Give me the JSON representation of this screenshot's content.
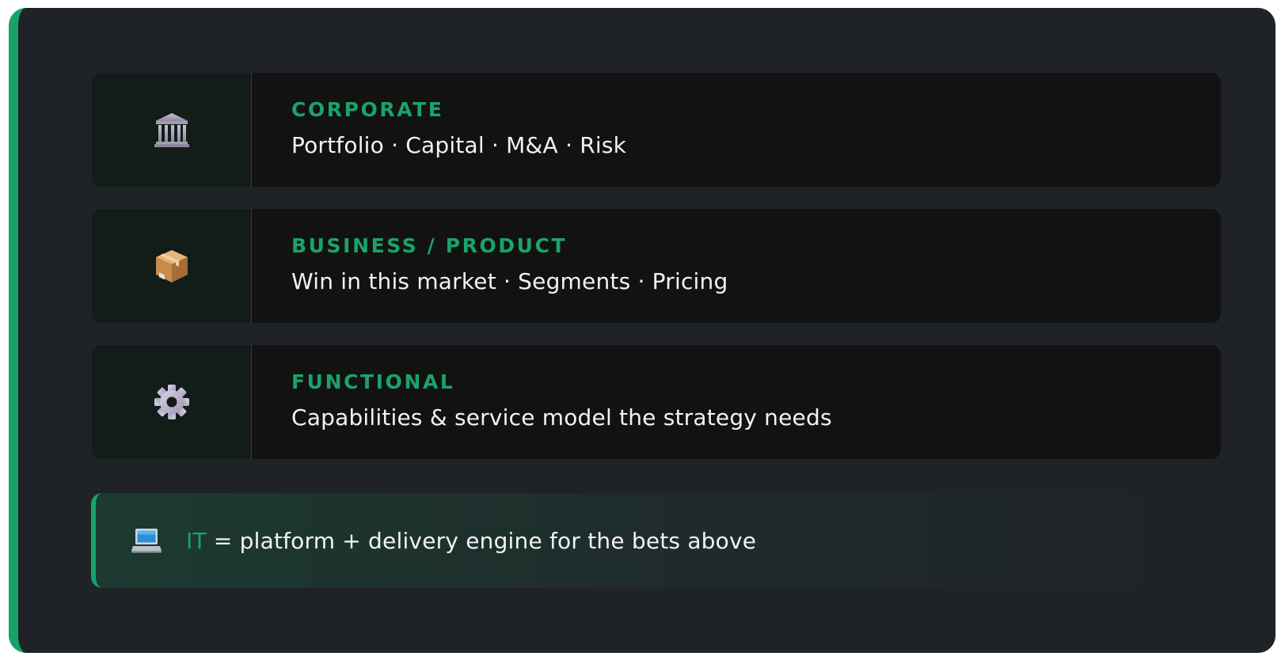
{
  "colors": {
    "accent": "#16a36a",
    "card_bg": "#1f2227",
    "layer_bg": "#121212",
    "icon_cell_bg": "#121d19",
    "text": "#f2f2f2"
  },
  "layers": [
    {
      "icon": "classical-building-icon",
      "title": "CORPORATE",
      "description": "Portfolio · Capital · M&A · Risk"
    },
    {
      "icon": "package-box-icon",
      "title": "BUSINESS / PRODUCT",
      "description": "Win in this market · Segments · Pricing"
    },
    {
      "icon": "gear-icon",
      "title": "FUNCTIONAL",
      "description": "Capabilities & service model the strategy needs"
    }
  ],
  "it_bar": {
    "icon": "laptop-icon",
    "keyword": "IT",
    "text": " = platform + delivery engine for the bets above"
  }
}
